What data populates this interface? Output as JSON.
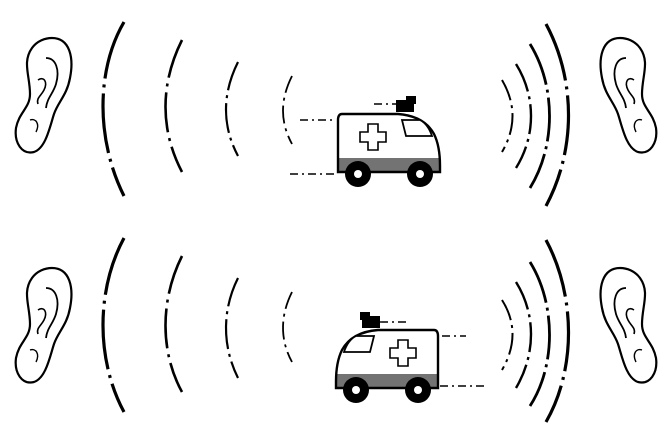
{
  "colors": {
    "background": "#ffffff",
    "ink": "#000000"
  },
  "panels": [
    {
      "name": "top-panel",
      "ambulance_direction": "right",
      "icons": [
        "left-ear-icon",
        "ambulance-icon",
        "right-ear-icon"
      ]
    },
    {
      "name": "bottom-panel",
      "ambulance_direction": "left",
      "icons": [
        "left-ear-icon",
        "ambulance-icon",
        "right-ear-icon"
      ]
    }
  ]
}
